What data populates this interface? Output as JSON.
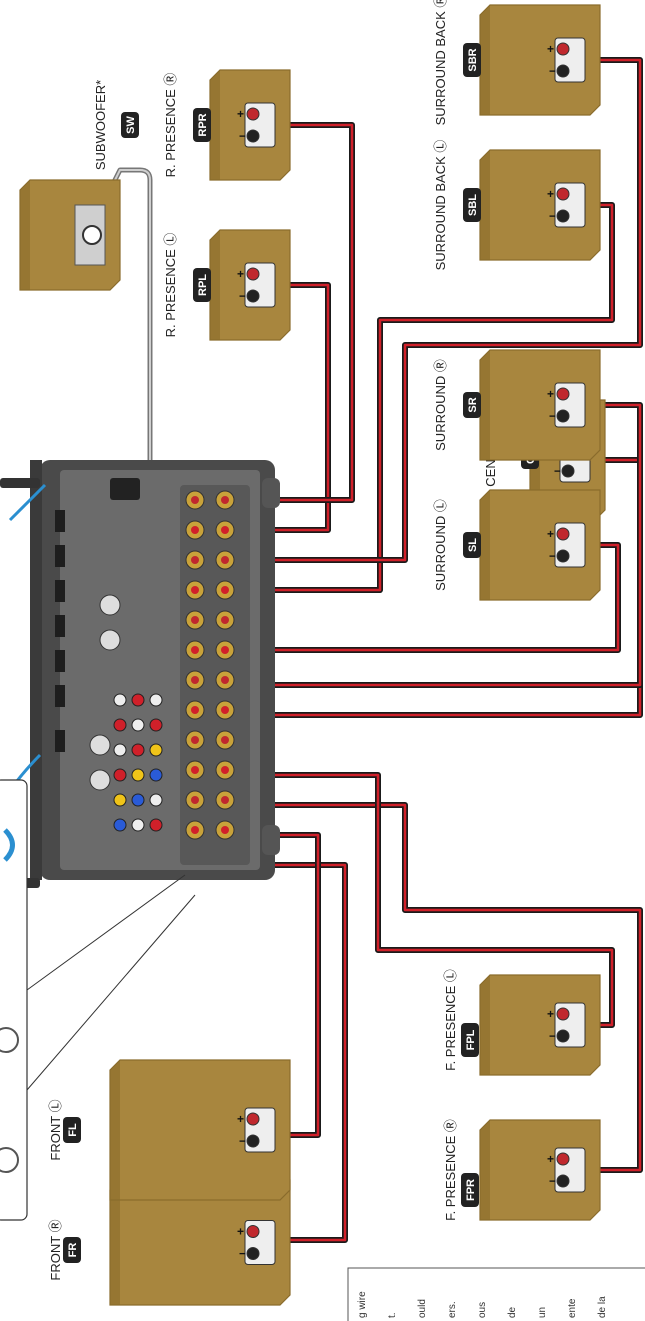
{
  "speakers": [
    {
      "id": "fr",
      "label": "FRONT Ⓡ",
      "tag": "FR"
    },
    {
      "id": "fl",
      "label": "FRONT Ⓛ",
      "tag": "FL"
    },
    {
      "id": "fpr",
      "label": "F. PRESENCE Ⓡ",
      "tag": "FPR"
    },
    {
      "id": "fpl",
      "label": "F. PRESENCE Ⓛ",
      "tag": "FPL"
    },
    {
      "id": "c",
      "label": "CENTER",
      "tag": "C"
    },
    {
      "id": "sl",
      "label": "SURROUND Ⓛ",
      "tag": "SL"
    },
    {
      "id": "sr",
      "label": "SURROUND Ⓡ",
      "tag": "SR"
    },
    {
      "id": "sbl",
      "label": "SURROUND BACK Ⓛ",
      "tag": "SBL"
    },
    {
      "id": "sbr",
      "label": "SURROUND BACK Ⓡ",
      "tag": "SBR"
    },
    {
      "id": "rpl",
      "label": "R. PRESENCE Ⓛ",
      "tag": "RPL"
    },
    {
      "id": "rpr",
      "label": "R. PRESENCE Ⓡ",
      "tag": "RPR"
    },
    {
      "id": "sw",
      "label": "SUBWOOFER*",
      "tag": "SW"
    }
  ],
  "note_lines": [
    "g wire",
    "t.",
    "ould",
    "ers.",
    "ous",
    "de",
    "un",
    "ente",
    "de la"
  ],
  "colors": {
    "cabinet": "#a8863e",
    "cabinet_dark": "#8a6c2c",
    "tag_bg": "#222222",
    "cable_red": "#d0202a",
    "cable_black": "#1a1a1a",
    "receiver": "#4a4a4a",
    "receiver_panel": "#6b6b6b"
  }
}
